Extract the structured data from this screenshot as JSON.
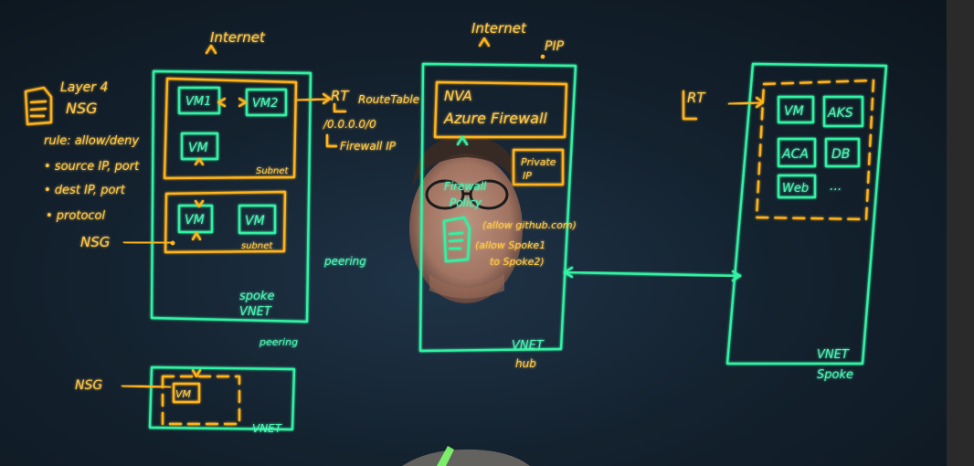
{
  "labels": {
    "internet_left": "Internet",
    "internet_hub": "Internet",
    "pip": "PIP",
    "layer4": "Layer 4",
    "nsg_top": "NSG",
    "rule": "rule: allow/deny",
    "source": "• source IP, port",
    "dest": "• dest IP, port",
    "protocol": "• protocol",
    "nsg_mid": "NSG",
    "nsg_bottom": "NSG",
    "vm1": "VM1",
    "vm2": "VM2",
    "vm_a": "VM",
    "vm_b": "VM",
    "vm_c": "VM",
    "vm_d": "VM",
    "subnet_top": "Subnet",
    "subnet_bottom": "subnet",
    "spoke_vnet_1": "spoke",
    "spoke_vnet_2": "VNET",
    "peering_left": "peering",
    "peering_vertical": "peering",
    "vnet_bottom": "VNET",
    "rt_left": "RT",
    "route_table": "RouteTable",
    "cidr": "/0.0.0.0/0",
    "firewall_ip": "Firewall IP",
    "nva": "NVA",
    "azure_firewall": "Azure Firewall",
    "private_ip_1": "Private",
    "private_ip_2": "IP",
    "firewall_policy_1": "Firewall",
    "firewall_policy_2": "Policy",
    "allow_github": "(allow github.com)",
    "allow_spoke_1": "(allow Spoke1",
    "allow_spoke_2": "to Spoke2)",
    "vnet_hub": "VNET",
    "hub": "hub",
    "rt_right": "RT",
    "vm_right": "VM",
    "aks": "AKS",
    "aca": "ACA",
    "db": "DB",
    "web": "Web",
    "ellipsis": "...",
    "vnet_spoke": "VNET",
    "spoke": "Spoke"
  },
  "colors": {
    "marker_yellow": "#ffb31a",
    "marker_green": "#33f2a3",
    "board": "#14222f"
  }
}
